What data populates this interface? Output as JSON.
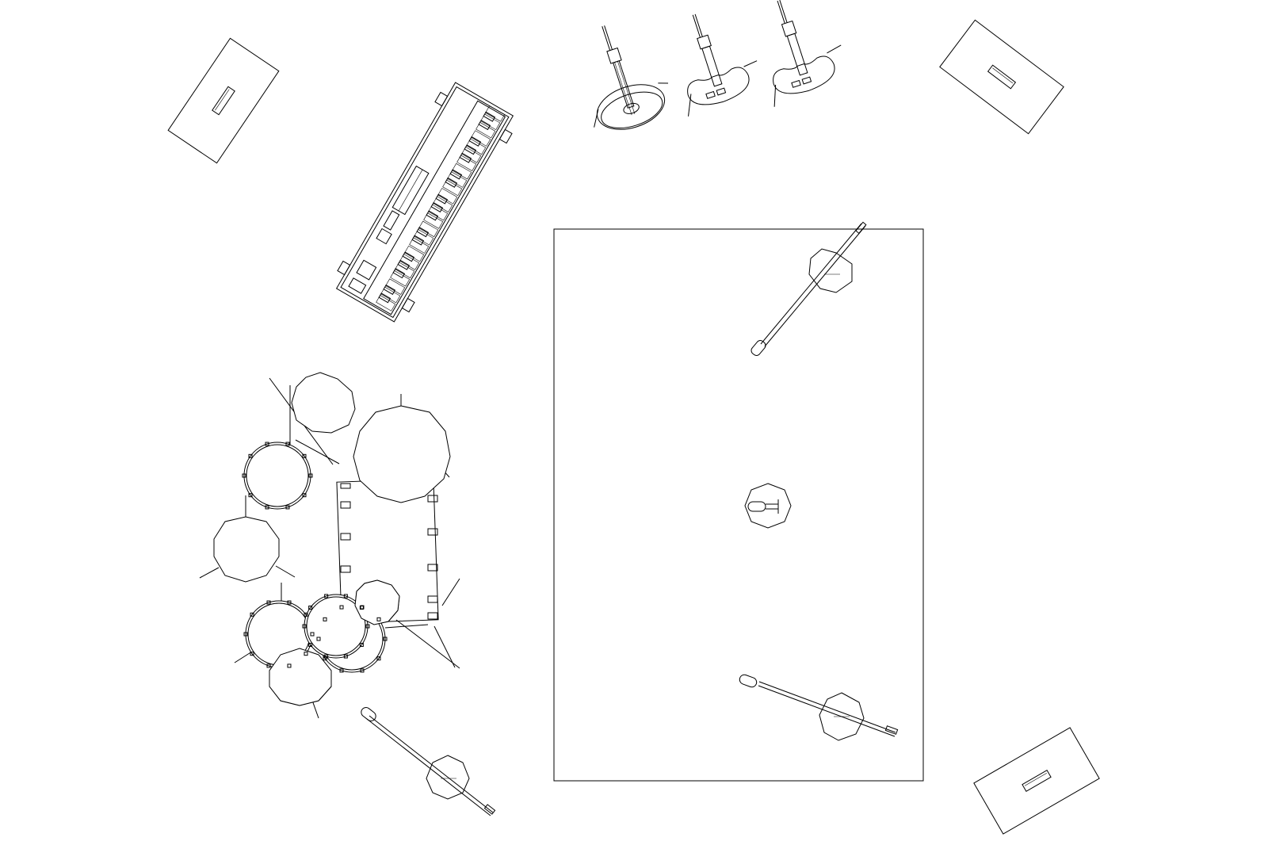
{
  "diagram": {
    "type": "stage plot (top view line drawing)",
    "stroke_color": "#000000",
    "background_color": "#ffffff",
    "elements": [
      {
        "kind": "monitor-wedge",
        "count": 3
      },
      {
        "kind": "keyboard",
        "count": 1
      },
      {
        "kind": "guitar-on-stand",
        "count": 3
      },
      {
        "kind": "riser",
        "count": 1
      },
      {
        "kind": "mic-boom-stand",
        "count": 3
      },
      {
        "kind": "mic-straight-stand",
        "count": 1
      },
      {
        "kind": "drum-kit",
        "count": 1
      }
    ]
  }
}
